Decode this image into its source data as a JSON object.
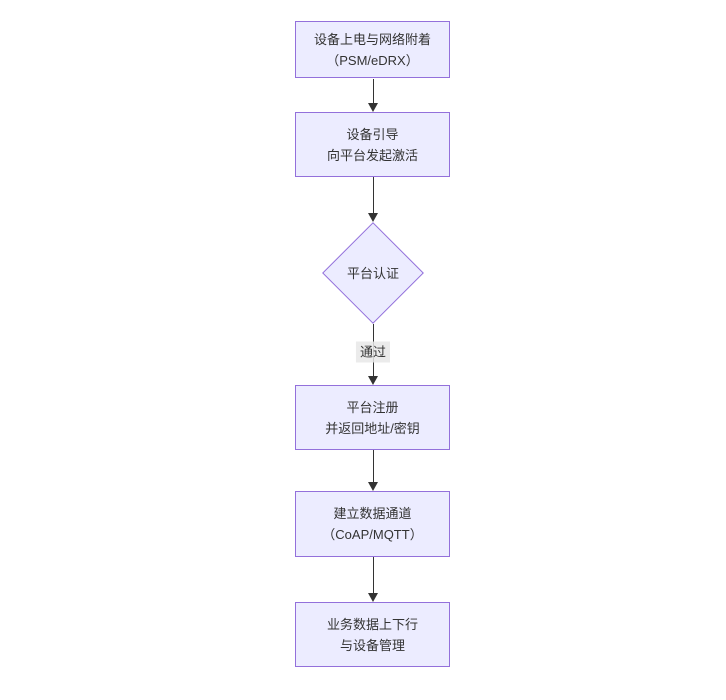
{
  "colors": {
    "node_fill": "#ECECFF",
    "node_border": "#9370DB",
    "text": "#333333",
    "arrow": "#333333",
    "page_bg": "#FFFFFF"
  },
  "flowchart": {
    "type": "flowchart-vertical",
    "nodes": [
      {
        "id": "power-attach",
        "shape": "rect",
        "lines": [
          "设备上电与网络附着",
          "（PSM/eDRX）"
        ]
      },
      {
        "id": "bootstrap",
        "shape": "rect",
        "lines": [
          "设备引导",
          "向平台发起激活"
        ]
      },
      {
        "id": "platform-auth",
        "shape": "diamond",
        "lines": [
          "平台认证"
        ]
      },
      {
        "id": "register",
        "shape": "rect",
        "lines": [
          "平台注册",
          "并返回地址/密钥"
        ]
      },
      {
        "id": "data-channel",
        "shape": "rect",
        "lines": [
          "建立数据通道",
          "（CoAP/MQTT）"
        ]
      },
      {
        "id": "business-data",
        "shape": "rect",
        "lines": [
          "业务数据上下行",
          "与设备管理"
        ]
      }
    ],
    "edges": [
      {
        "from": "power-attach",
        "to": "bootstrap",
        "label": ""
      },
      {
        "from": "bootstrap",
        "to": "platform-auth",
        "label": ""
      },
      {
        "from": "platform-auth",
        "to": "register",
        "label": "通过"
      },
      {
        "from": "register",
        "to": "data-channel",
        "label": ""
      },
      {
        "from": "data-channel",
        "to": "business-data",
        "label": ""
      }
    ]
  }
}
